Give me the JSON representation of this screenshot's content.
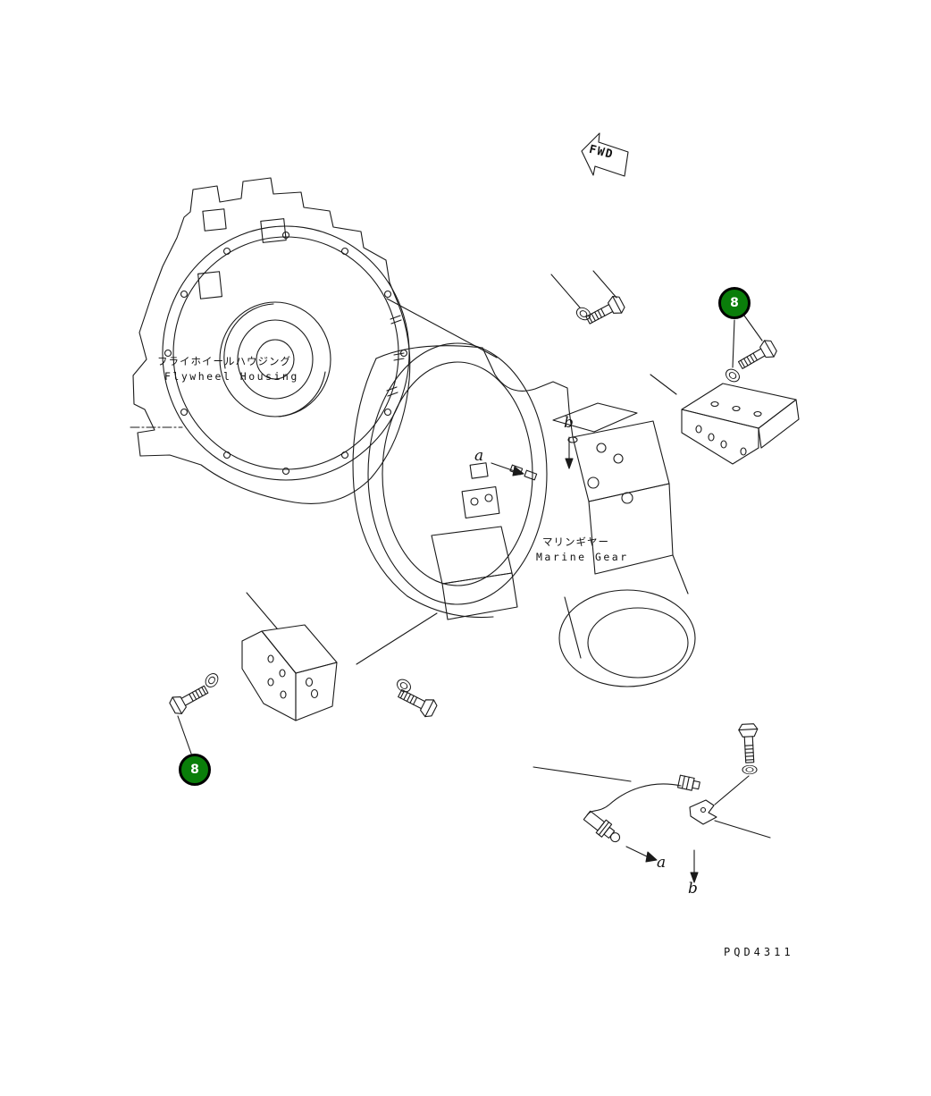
{
  "page": {
    "part_code": "PQD4311"
  },
  "fwd": {
    "label": "FWD"
  },
  "labels": {
    "flywheel_housing_jp": "フライホイールハウジング",
    "flywheel_housing_en": "Flywheel Housing",
    "marine_gear_jp": "マリンギヤー",
    "marine_gear_en": "Marine Gear"
  },
  "refs": {
    "a_upper": "a",
    "b_upper": "b",
    "a_lower": "a",
    "b_lower": "b"
  },
  "callouts": [
    {
      "id": "callout-8-top-right",
      "label": "8"
    },
    {
      "id": "callout-8-bottom-left",
      "label": "8"
    }
  ],
  "colors": {
    "line": "#1a1a1a",
    "background": "#ffffff",
    "callout_fill": "#0a7e0a",
    "callout_border": "#000000",
    "callout_text": "#ffffff"
  }
}
